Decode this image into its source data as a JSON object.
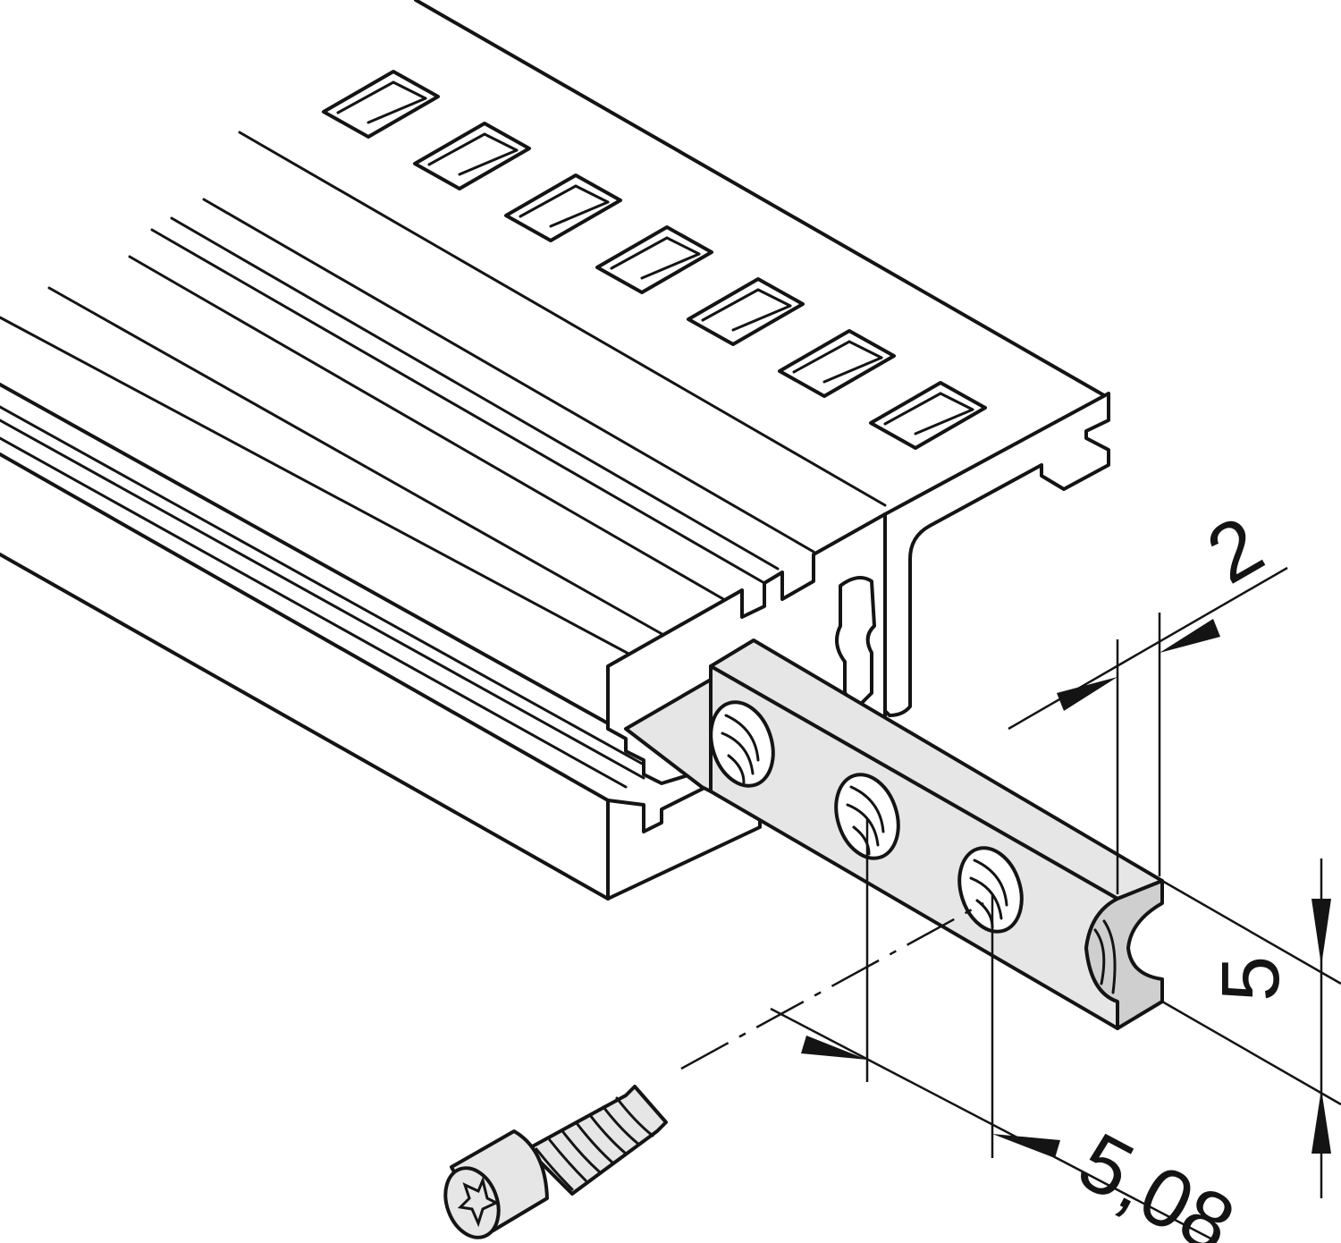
{
  "dimensions": {
    "thickness": "2",
    "height": "5",
    "pitch": "5,08"
  },
  "colors": {
    "line": "#141414",
    "nut_fill": "#e6e6e6",
    "nut_shadow": "#cfcfcf",
    "background": "#ffffff"
  }
}
